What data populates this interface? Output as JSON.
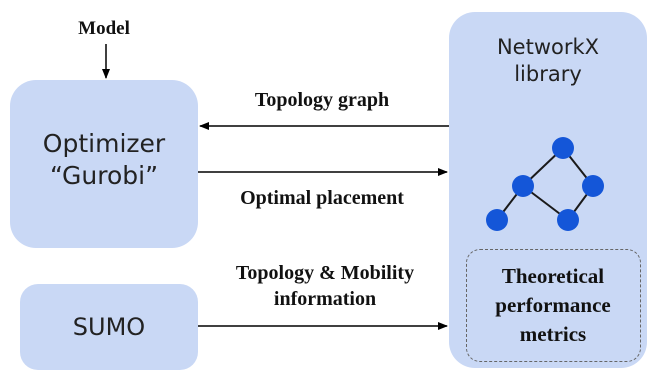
{
  "diagram": {
    "model_label": "Model",
    "optimizer_label": "Optimizer\n“Gurobi”",
    "sumo_label": "SUMO",
    "networkx_label": "NetworkX\nlibrary",
    "edge_topology_graph": "Topology graph",
    "edge_optimal_placement": "Optimal placement",
    "edge_topology_mobility": "Topology & Mobility\ninformation",
    "metrics_label": "Theoretical\nperformance\nmetrics"
  },
  "colors": {
    "box_fill": "#c9d8f5",
    "graph_node": "#1456d8",
    "graph_edge": "#1a1a1a",
    "arrow": "#000000"
  },
  "icons": {
    "graph": "tree-graph-icon"
  }
}
